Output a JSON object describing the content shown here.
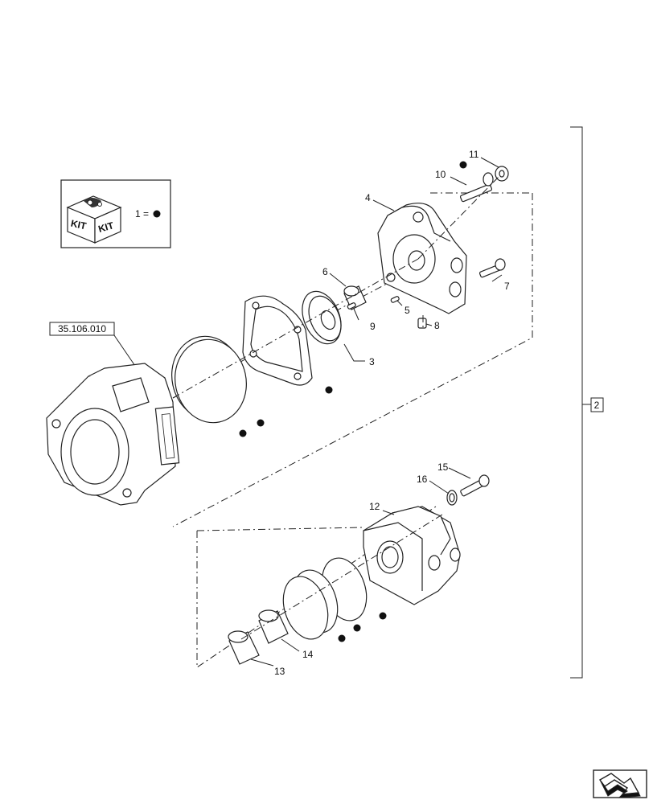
{
  "kit_box": {
    "kit_left": "KIT",
    "kit_right": "KIT",
    "legend_text": "1 ="
  },
  "reference_label": "35.106.010",
  "group_label": "2",
  "callouts": {
    "c2": "2",
    "c3": "3",
    "c4": "4",
    "c5": "5",
    "c6": "6",
    "c7": "7",
    "c8": "8",
    "c9": "9",
    "c10": "10",
    "c11": "11",
    "c12": "12",
    "c13": "13",
    "c14": "14",
    "c15": "15",
    "c16": "16"
  },
  "icons": [
    "kit-box-icon",
    "kit-dot-icon",
    "next-page-arrow-icon"
  ]
}
